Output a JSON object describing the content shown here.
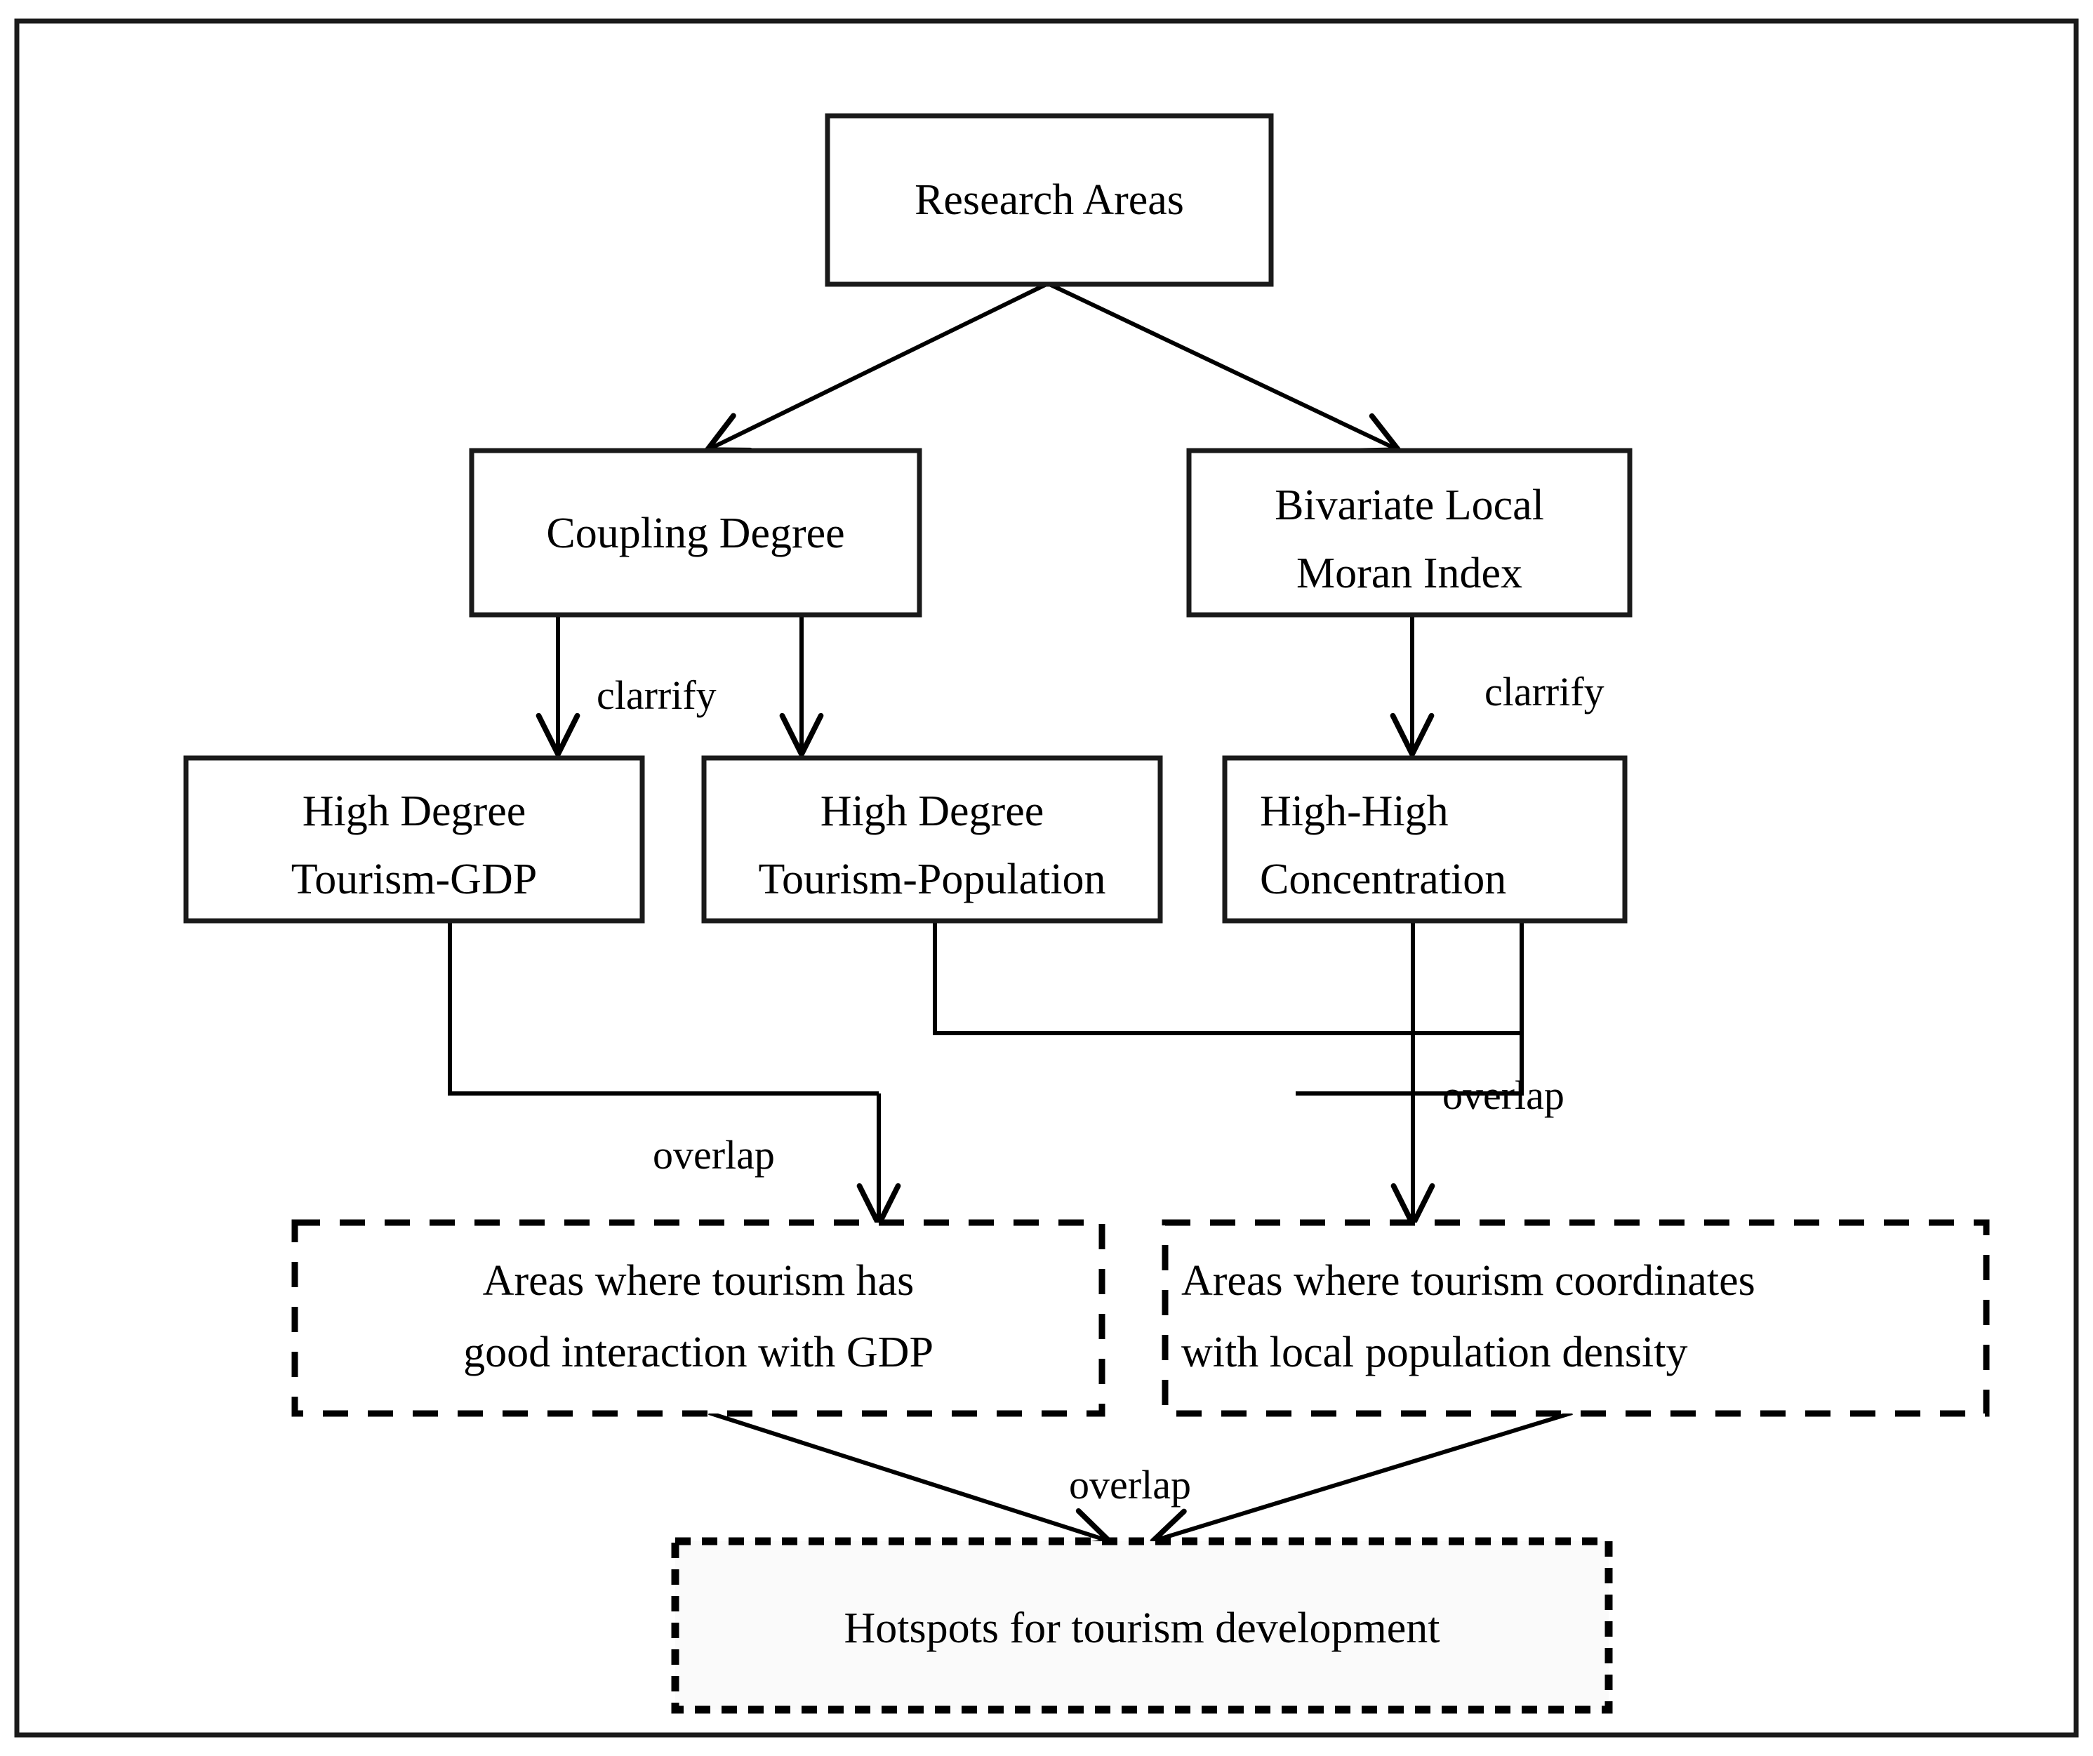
{
  "figure": {
    "type": "flowchart",
    "orientation": "top-down",
    "frame": {
      "border_color": "#1a1a1a",
      "background": "#ffffff"
    }
  },
  "nodes": [
    {
      "id": "research-areas",
      "label": "Research Areas",
      "lines": [
        "Research Areas"
      ],
      "style": "solid",
      "fill": "#ffffff",
      "align": "center"
    },
    {
      "id": "coupling-degree",
      "label": "Coupling Degree",
      "lines": [
        "Coupling Degree"
      ],
      "style": "solid",
      "fill": "#ffffff",
      "align": "center"
    },
    {
      "id": "bivariate-local-moran-index",
      "label": "Bivariate Local Moran Index",
      "lines": [
        "Bivariate Local",
        "Moran Index"
      ],
      "style": "solid",
      "fill": "#ffffff",
      "align": "center"
    },
    {
      "id": "high-degree-tourism-gdp",
      "label": "High Degree Tourism-GDP",
      "lines": [
        "High Degree",
        "Tourism-GDP"
      ],
      "style": "solid",
      "fill": "#ffffff",
      "align": "center"
    },
    {
      "id": "high-degree-tourism-population",
      "label": "High Degree Tourism-Population",
      "lines": [
        "High Degree",
        "Tourism-Population"
      ],
      "style": "solid",
      "fill": "#ffffff",
      "align": "center"
    },
    {
      "id": "high-high-concentration",
      "label": "High-High Concentration",
      "lines": [
        "High-High",
        "Concentration"
      ],
      "style": "solid",
      "fill": "#ffffff",
      "align": "left"
    },
    {
      "id": "areas-good-interaction-gdp",
      "label": "Areas where tourism has good interaction with GDP",
      "lines": [
        "Areas where tourism has",
        "good interaction with GDP"
      ],
      "style": "dashed",
      "fill": "#ffffff",
      "align": "center"
    },
    {
      "id": "areas-coordinates-population-density",
      "label": "Areas where tourism coordinates with local population density",
      "lines": [
        "Areas where tourism coordinates",
        "with local population density"
      ],
      "style": "dashed",
      "fill": "#ffffff",
      "align": "left"
    },
    {
      "id": "hotspots-tourism-development",
      "label": "Hotspots for tourism development",
      "lines": [
        "Hotspots for tourism development"
      ],
      "style": "dashed",
      "fill": "#fafafa",
      "align": "center"
    }
  ],
  "edges": [
    {
      "id": "e1",
      "from": "research-areas",
      "to": "coupling-degree",
      "label": ""
    },
    {
      "id": "e2",
      "from": "research-areas",
      "to": "bivariate-local-moran-index",
      "label": ""
    },
    {
      "id": "e3",
      "from": "coupling-degree",
      "to": "high-degree-tourism-gdp",
      "label": "clarrify"
    },
    {
      "id": "e4",
      "from": "coupling-degree",
      "to": "high-degree-tourism-population",
      "label": ""
    },
    {
      "id": "e5",
      "from": "bivariate-local-moran-index",
      "to": "high-high-concentration",
      "label": "clarrify"
    },
    {
      "id": "e6",
      "from": "high-degree-tourism-gdp",
      "to": "areas-good-interaction-gdp",
      "label": "overlap"
    },
    {
      "id": "e7",
      "from": "high-degree-tourism-population",
      "to": "areas-good-interaction-gdp",
      "label": ""
    },
    {
      "id": "e8",
      "from": "high-high-concentration",
      "to": "areas-good-interaction-gdp",
      "label": ""
    },
    {
      "id": "e9",
      "from": "high-high-concentration",
      "to": "areas-coordinates-population-density",
      "label": "overlap"
    },
    {
      "id": "e10",
      "from": "areas-good-interaction-gdp",
      "to": "hotspots-tourism-development",
      "label": "overlap"
    },
    {
      "id": "e11",
      "from": "areas-coordinates-population-density",
      "to": "hotspots-tourism-development",
      "label": ""
    }
  ],
  "edge_labels": {
    "clarrify_left": "clarrify",
    "clarrify_right": "clarrify",
    "overlap_left": "overlap",
    "overlap_right": "overlap",
    "overlap_bottom": "overlap"
  }
}
